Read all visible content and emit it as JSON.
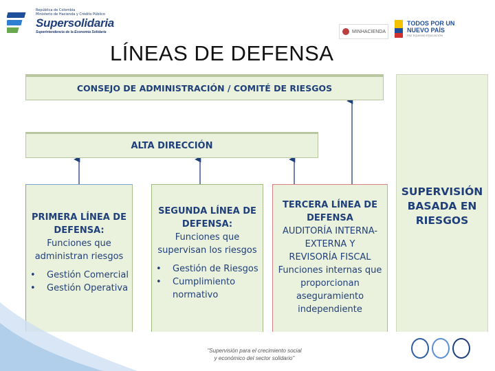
{
  "header": {
    "logo_line1": "República de Colombia",
    "logo_line2": "Ministerio de Hacienda y Crédito Público",
    "brand": "Supersolidaria",
    "brand_sub": "Superintendencia de la Economía Solidaria",
    "minhacienda": "MINHACIENDA",
    "todos_line1": "TODOS POR UN",
    "todos_line2": "NUEVO PAÍS",
    "todos_sub": "PAZ EQUIDAD EDUCACIÓN"
  },
  "title": "LÍNEAS DE DEFENSA",
  "diagram": {
    "consejo": "CONSEJO DE ADMINISTRACIÓN / COMITÉ DE RIESGOS",
    "alta": "ALTA DIRECCIÓN",
    "col1": {
      "head1": "PRIMERA LÍNEA DE",
      "head2": "DEFENSA:",
      "desc1": "Funciones que",
      "desc2": "administran riesgos",
      "bullets": [
        "Gestión Comercial",
        "Gestión Operativa"
      ]
    },
    "col2": {
      "head1": "SEGUNDA LÍNEA DE",
      "head2": "DEFENSA:",
      "desc1": "Funciones que",
      "desc2": "supervisan los riesgos",
      "bullets": [
        "Gestión de Riesgos",
        "Cumplimiento",
        "normativo"
      ]
    },
    "col3": {
      "head1": "TERCERA LÍNEA DE",
      "head2": "DEFENSA",
      "head3": "AUDITORÍA INTERNA-",
      "head4": "EXTERNA Y",
      "head5": "REVISORÍA FISCAL",
      "desc1": "Funciones internas que",
      "desc2": "proporcionan",
      "desc3": "aseguramiento",
      "desc4": "independiente"
    },
    "supervision": [
      "SUPERVISIÓN",
      "BASADA EN",
      "RIESGOS"
    ]
  },
  "footer": {
    "quote1": "\"Supervisión para el crecimiento social",
    "quote2": "y económico del sector solidario\""
  },
  "colors": {
    "box_fill": "#eaf1dc",
    "text_blue": "#1f3f7a",
    "arrow": "#1f3f7a"
  }
}
